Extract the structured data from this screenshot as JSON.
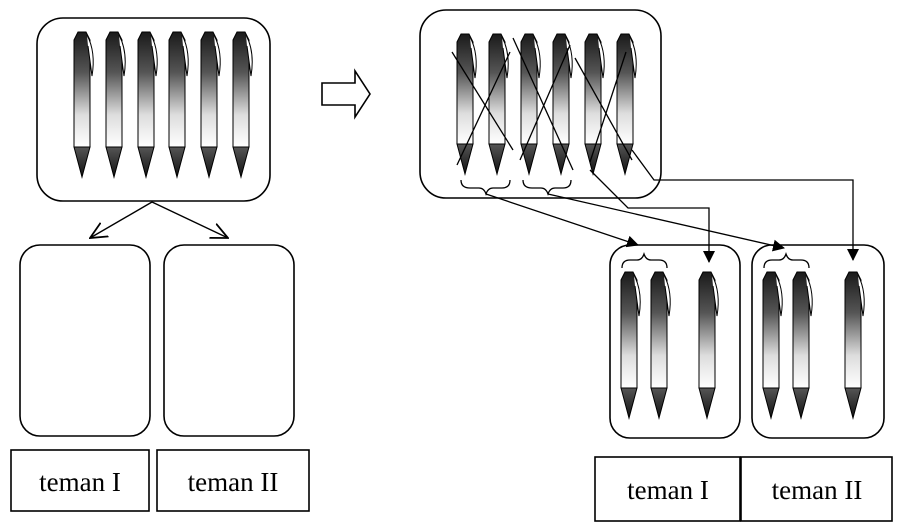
{
  "left_panel": {
    "labels": [
      "teman I",
      "teman II"
    ]
  },
  "right_panel": {
    "labels": [
      "teman I",
      "teman II"
    ]
  },
  "icons": {
    "item": "pencil-icon",
    "transition": "right-arrow-icon"
  },
  "colors": {
    "stroke": "#000000",
    "background": "#ffffff",
    "pencil_dark": "#1a1a1a",
    "pencil_light": "#ffffff"
  },
  "counts": {
    "total_items": 6,
    "share_per_friend": 3
  }
}
